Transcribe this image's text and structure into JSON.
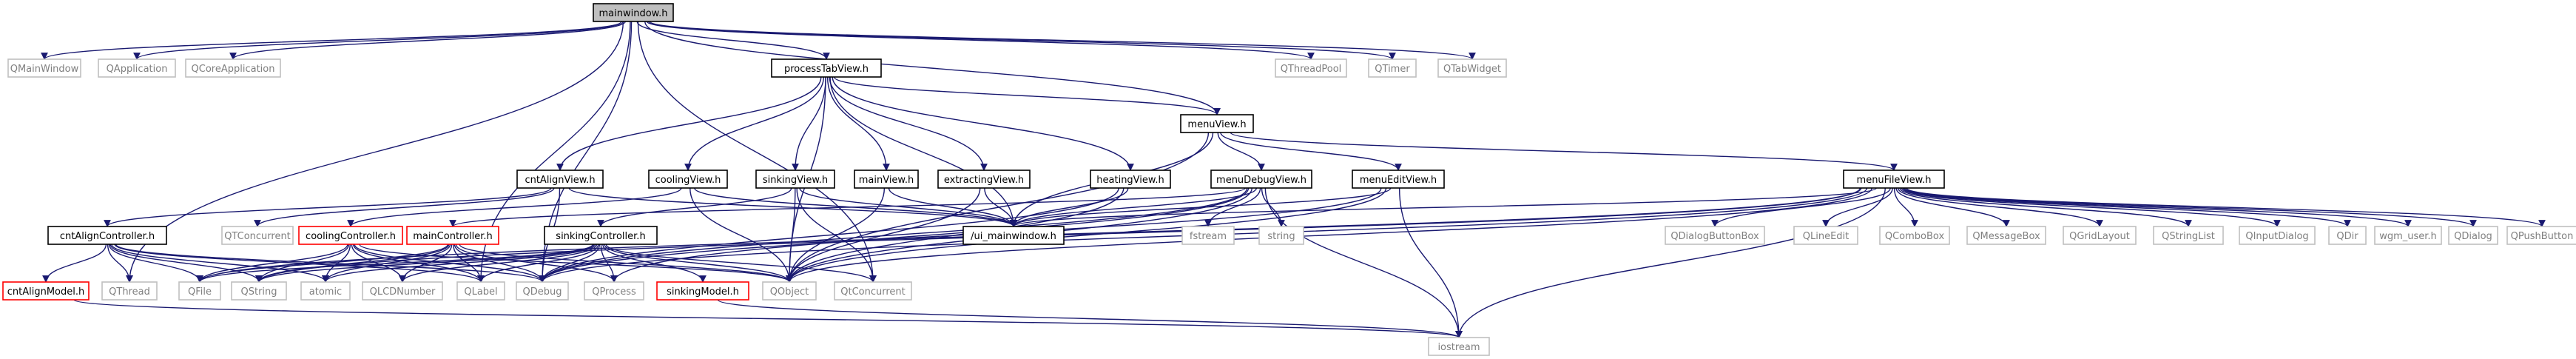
{
  "diagram": {
    "colors": {
      "edge": "#191970",
      "box_default": "#000000",
      "box_external": "#bfbfbf",
      "box_red": "#ff0000",
      "root_fill": "#bfbfbf",
      "text_default": "#000000",
      "text_external": "#7f7f7f"
    },
    "nodes": [
      {
        "id": "mainwindow_h",
        "label": "mainwindow.h",
        "style": "root"
      },
      {
        "id": "QMainWindow",
        "label": "QMainWindow",
        "style": "external"
      },
      {
        "id": "QApplication",
        "label": "QApplication",
        "style": "external"
      },
      {
        "id": "QCoreApplication",
        "label": "QCoreApplication",
        "style": "external"
      },
      {
        "id": "processTabView_h",
        "label": "processTabView.h",
        "style": "normal"
      },
      {
        "id": "QThreadPool",
        "label": "QThreadPool",
        "style": "external"
      },
      {
        "id": "QTimer",
        "label": "QTimer",
        "style": "external"
      },
      {
        "id": "QTabWidget",
        "label": "QTabWidget",
        "style": "external"
      },
      {
        "id": "menuView_h",
        "label": "menuView.h",
        "style": "normal"
      },
      {
        "id": "cntAlignView_h",
        "label": "cntAlignView.h",
        "style": "normal"
      },
      {
        "id": "coolingView_h",
        "label": "coolingView.h",
        "style": "normal"
      },
      {
        "id": "sinkingView_h",
        "label": "sinkingView.h",
        "style": "normal"
      },
      {
        "id": "mainView_h",
        "label": "mainView.h",
        "style": "normal"
      },
      {
        "id": "extractingView_h",
        "label": "extractingView.h",
        "style": "normal"
      },
      {
        "id": "heatingView_h",
        "label": "heatingView.h",
        "style": "normal"
      },
      {
        "id": "menuDebugView_h",
        "label": "menuDebugView.h",
        "style": "normal"
      },
      {
        "id": "menuEditView_h",
        "label": "menuEditView.h",
        "style": "normal"
      },
      {
        "id": "menuFileView_h",
        "label": "menuFileView.h",
        "style": "normal"
      },
      {
        "id": "cntAlignController_h",
        "label": "cntAlignController.h",
        "style": "normal"
      },
      {
        "id": "QTConcurrent",
        "label": "QTConcurrent",
        "style": "external"
      },
      {
        "id": "coolingController_h",
        "label": "coolingController.h",
        "style": "red"
      },
      {
        "id": "mainController_h",
        "label": "mainController.h",
        "style": "red"
      },
      {
        "id": "sinkingController_h",
        "label": "sinkingController.h",
        "style": "normal"
      },
      {
        "id": "ui_mainwindow_h",
        "label": "/ui_mainwindow.h",
        "style": "normal"
      },
      {
        "id": "fstream",
        "label": "fstream",
        "style": "external"
      },
      {
        "id": "string",
        "label": "string",
        "style": "external"
      },
      {
        "id": "QDialogButtonBox",
        "label": "QDialogButtonBox",
        "style": "external"
      },
      {
        "id": "QLineEdit",
        "label": "QLineEdit",
        "style": "external"
      },
      {
        "id": "QComboBox",
        "label": "QComboBox",
        "style": "external"
      },
      {
        "id": "QMessageBox",
        "label": "QMessageBox",
        "style": "external"
      },
      {
        "id": "QGridLayout",
        "label": "QGridLayout",
        "style": "external"
      },
      {
        "id": "QStringList",
        "label": "QStringList",
        "style": "external"
      },
      {
        "id": "QInputDialog",
        "label": "QInputDialog",
        "style": "external"
      },
      {
        "id": "QDir",
        "label": "QDir",
        "style": "external"
      },
      {
        "id": "wgm_user_h",
        "label": "wgm_user.h",
        "style": "external"
      },
      {
        "id": "QDialog",
        "label": "QDialog",
        "style": "external"
      },
      {
        "id": "QPushButton",
        "label": "QPushButton",
        "style": "external"
      },
      {
        "id": "cntAlignModel_h",
        "label": "cntAlignModel.h",
        "style": "red"
      },
      {
        "id": "QThread",
        "label": "QThread",
        "style": "external"
      },
      {
        "id": "QFile",
        "label": "QFile",
        "style": "external"
      },
      {
        "id": "QString",
        "label": "QString",
        "style": "external"
      },
      {
        "id": "atomic",
        "label": "atomic",
        "style": "external"
      },
      {
        "id": "QLCDNumber",
        "label": "QLCDNumber",
        "style": "external"
      },
      {
        "id": "QLabel",
        "label": "QLabel",
        "style": "external"
      },
      {
        "id": "QDebug",
        "label": "QDebug",
        "style": "external"
      },
      {
        "id": "QProcess",
        "label": "QProcess",
        "style": "external"
      },
      {
        "id": "sinkingModel_h",
        "label": "sinkingModel.h",
        "style": "red"
      },
      {
        "id": "QObject",
        "label": "QObject",
        "style": "external"
      },
      {
        "id": "QtConcurrent",
        "label": "QtConcurrent",
        "style": "external"
      },
      {
        "id": "iostream",
        "label": "iostream",
        "style": "external"
      }
    ],
    "edges": [
      [
        "mainwindow_h",
        "QMainWindow"
      ],
      [
        "mainwindow_h",
        "QApplication"
      ],
      [
        "mainwindow_h",
        "QCoreApplication"
      ],
      [
        "mainwindow_h",
        "processTabView_h"
      ],
      [
        "mainwindow_h",
        "QThreadPool"
      ],
      [
        "mainwindow_h",
        "QTimer"
      ],
      [
        "mainwindow_h",
        "QTabWidget"
      ],
      [
        "mainwindow_h",
        "menuView_h"
      ],
      [
        "mainwindow_h",
        "QThread"
      ],
      [
        "mainwindow_h",
        "QDebug"
      ],
      [
        "mainwindow_h",
        "QLabel"
      ],
      [
        "mainwindow_h",
        "QtConcurrent"
      ],
      [
        "processTabView_h",
        "menuView_h"
      ],
      [
        "processTabView_h",
        "cntAlignView_h"
      ],
      [
        "processTabView_h",
        "coolingView_h"
      ],
      [
        "processTabView_h",
        "sinkingView_h"
      ],
      [
        "processTabView_h",
        "mainView_h"
      ],
      [
        "processTabView_h",
        "extractingView_h"
      ],
      [
        "processTabView_h",
        "heatingView_h"
      ],
      [
        "processTabView_h",
        "ui_mainwindow_h"
      ],
      [
        "processTabView_h",
        "QObject"
      ],
      [
        "menuView_h",
        "menuDebugView_h"
      ],
      [
        "menuView_h",
        "menuEditView_h"
      ],
      [
        "menuView_h",
        "menuFileView_h"
      ],
      [
        "menuView_h",
        "ui_mainwindow_h"
      ],
      [
        "menuView_h",
        "QObject"
      ],
      [
        "cntAlignView_h",
        "cntAlignController_h"
      ],
      [
        "cntAlignView_h",
        "QTConcurrent"
      ],
      [
        "cntAlignView_h",
        "ui_mainwindow_h"
      ],
      [
        "cntAlignView_h",
        "QDebug"
      ],
      [
        "coolingView_h",
        "coolingController_h"
      ],
      [
        "coolingView_h",
        "ui_mainwindow_h"
      ],
      [
        "coolingView_h",
        "QObject"
      ],
      [
        "sinkingView_h",
        "sinkingController_h"
      ],
      [
        "sinkingView_h",
        "ui_mainwindow_h"
      ],
      [
        "sinkingView_h",
        "QObject"
      ],
      [
        "sinkingView_h",
        "QtConcurrent"
      ],
      [
        "mainView_h",
        "ui_mainwindow_h"
      ],
      [
        "mainView_h",
        "QObject"
      ],
      [
        "extractingView_h",
        "ui_mainwindow_h"
      ],
      [
        "extractingView_h",
        "QObject"
      ],
      [
        "heatingView_h",
        "ui_mainwindow_h"
      ],
      [
        "heatingView_h",
        "QObject"
      ],
      [
        "heatingView_h",
        "QDebug"
      ],
      [
        "menuDebugView_h",
        "ui_mainwindow_h"
      ],
      [
        "menuDebugView_h",
        "fstream"
      ],
      [
        "menuDebugView_h",
        "string"
      ],
      [
        "menuDebugView_h",
        "QObject"
      ],
      [
        "menuDebugView_h",
        "QProcess"
      ],
      [
        "menuDebugView_h",
        "iostream"
      ],
      [
        "menuDebugView_h",
        "mainController_h"
      ],
      [
        "menuDebugView_h",
        "QDebug"
      ],
      [
        "menuEditView_h",
        "ui_mainwindow_h"
      ],
      [
        "menuEditView_h",
        "QObject"
      ],
      [
        "menuEditView_h",
        "iostream"
      ],
      [
        "menuEditView_h",
        "QDebug"
      ],
      [
        "menuFileView_h",
        "ui_mainwindow_h"
      ],
      [
        "menuFileView_h",
        "QDialogButtonBox"
      ],
      [
        "menuFileView_h",
        "QLineEdit"
      ],
      [
        "menuFileView_h",
        "QComboBox"
      ],
      [
        "menuFileView_h",
        "QMessageBox"
      ],
      [
        "menuFileView_h",
        "QGridLayout"
      ],
      [
        "menuFileView_h",
        "QStringList"
      ],
      [
        "menuFileView_h",
        "QInputDialog"
      ],
      [
        "menuFileView_h",
        "QDir"
      ],
      [
        "menuFileView_h",
        "wgm_user_h"
      ],
      [
        "menuFileView_h",
        "QDialog"
      ],
      [
        "menuFileView_h",
        "QPushButton"
      ],
      [
        "menuFileView_h",
        "iostream"
      ],
      [
        "menuFileView_h",
        "QObject"
      ],
      [
        "menuFileView_h",
        "QDebug"
      ],
      [
        "menuFileView_h",
        "QString"
      ],
      [
        "menuFileView_h",
        "QFile"
      ],
      [
        "cntAlignController_h",
        "cntAlignModel_h"
      ],
      [
        "cntAlignController_h",
        "QThread"
      ],
      [
        "cntAlignController_h",
        "QFile"
      ],
      [
        "cntAlignController_h",
        "QString"
      ],
      [
        "cntAlignController_h",
        "atomic"
      ],
      [
        "cntAlignController_h",
        "QLabel"
      ],
      [
        "cntAlignController_h",
        "QDebug"
      ],
      [
        "coolingController_h",
        "QFile"
      ],
      [
        "coolingController_h",
        "QString"
      ],
      [
        "coolingController_h",
        "atomic"
      ],
      [
        "coolingController_h",
        "QLCDNumber"
      ],
      [
        "coolingController_h",
        "QLabel"
      ],
      [
        "coolingController_h",
        "QDebug"
      ],
      [
        "coolingController_h",
        "QObject"
      ],
      [
        "mainController_h",
        "QFile"
      ],
      [
        "mainController_h",
        "QString"
      ],
      [
        "mainController_h",
        "atomic"
      ],
      [
        "mainController_h",
        "QLCDNumber"
      ],
      [
        "mainController_h",
        "QLabel"
      ],
      [
        "mainController_h",
        "QDebug"
      ],
      [
        "mainController_h",
        "QProcess"
      ],
      [
        "mainController_h",
        "QObject"
      ],
      [
        "sinkingController_h",
        "QFile"
      ],
      [
        "sinkingController_h",
        "QString"
      ],
      [
        "sinkingController_h",
        "atomic"
      ],
      [
        "sinkingController_h",
        "QLCDNumber"
      ],
      [
        "sinkingController_h",
        "QLabel"
      ],
      [
        "sinkingController_h",
        "QDebug"
      ],
      [
        "sinkingController_h",
        "QProcess"
      ],
      [
        "sinkingController_h",
        "sinkingModel_h"
      ],
      [
        "sinkingController_h",
        "QObject"
      ],
      [
        "sinkingController_h",
        "QtConcurrent"
      ],
      [
        "cntAlignModel_h",
        "iostream"
      ],
      [
        "sinkingModel_h",
        "iostream"
      ]
    ]
  }
}
